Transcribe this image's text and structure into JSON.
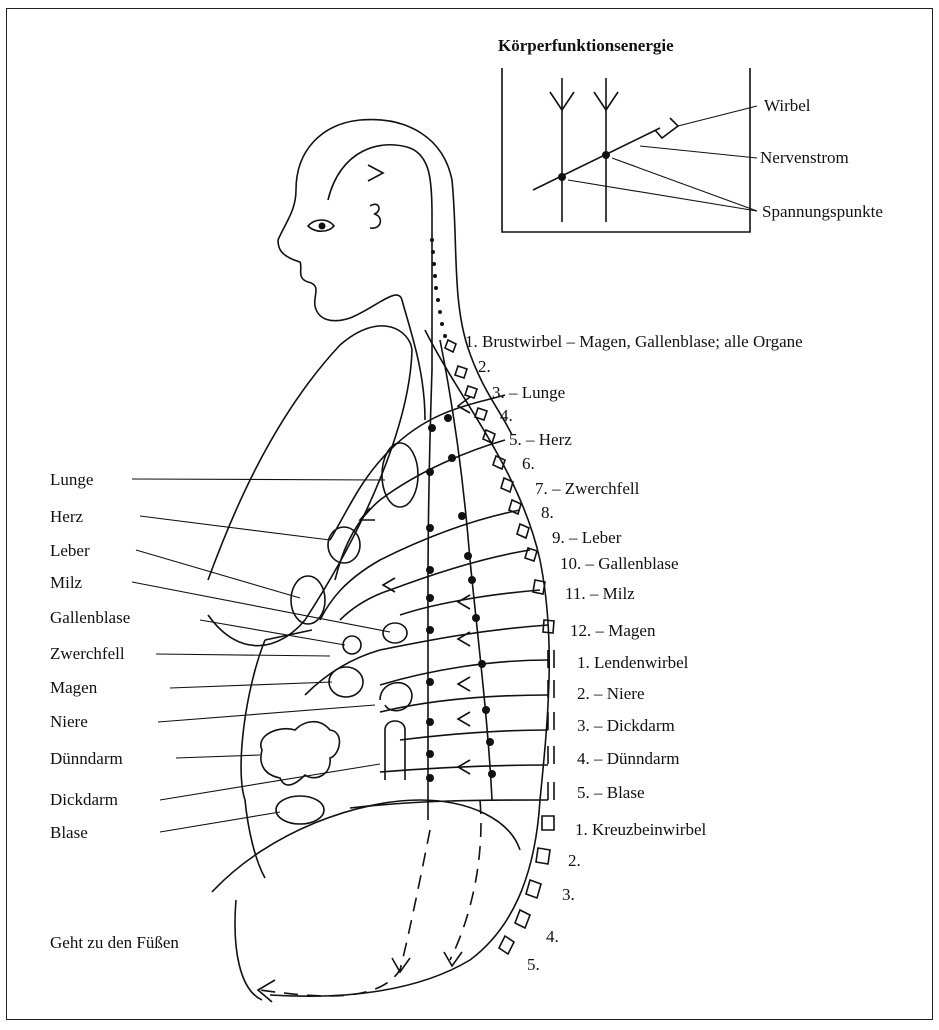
{
  "inset": {
    "title": "Körperfunktionsenergie",
    "labels": {
      "wirbel": "Wirbel",
      "nervenstrom": "Nervenstrom",
      "spannungspunkte": "Spannungspunkte"
    }
  },
  "organs": [
    "Lunge",
    "Herz",
    "Leber",
    "Milz",
    "Gallenblase",
    "Zwerchfell",
    "Magen",
    "Niere",
    "Dünndarm",
    "Dickdarm",
    "Blase"
  ],
  "vertebrae": [
    "1. Brustwirbel – Magen, Gallenblase; alle Organe",
    "2.",
    "3. – Lunge",
    "4.",
    "5. – Herz",
    "6.",
    "7. – Zwerchfell",
    "8.",
    "9. – Leber",
    "10. – Gallenblase",
    "11. – Milz",
    "12. – Magen",
    "1. Lendenwirbel",
    "2. – Niere",
    "3. – Dickdarm",
    "4. – Dünndarm",
    "5. – Blase",
    "1. Kreuzbeinwirbel",
    "2.",
    "3.",
    "4.",
    "5."
  ],
  "footer": "Geht zu den Füßen"
}
